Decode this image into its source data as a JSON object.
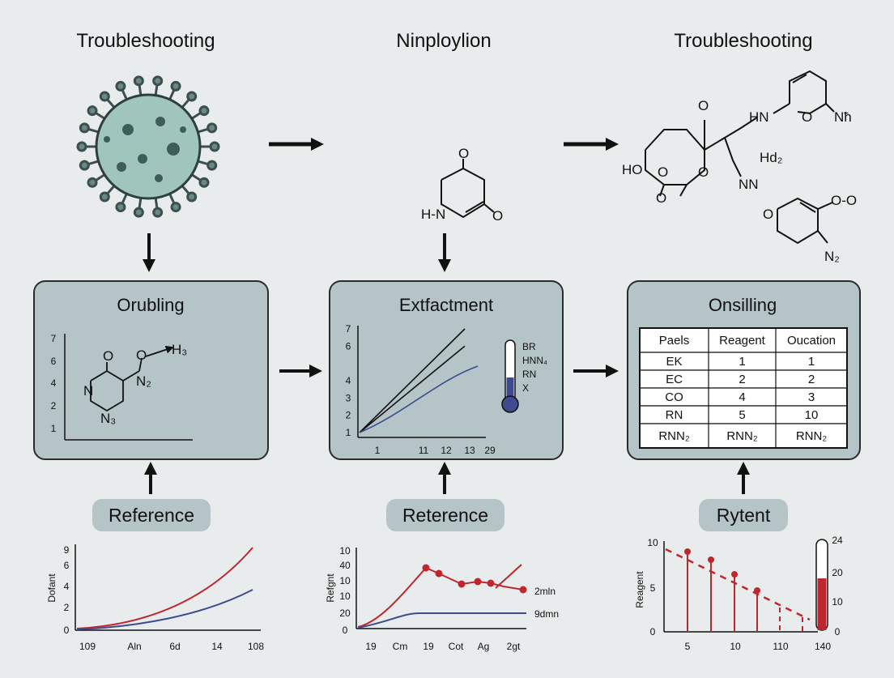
{
  "columns": [
    {
      "title": "Troubleshooting"
    },
    {
      "title": "Ninploylion"
    },
    {
      "title": "Troubleshooting"
    }
  ],
  "boxes": [
    {
      "title": "Orubling"
    },
    {
      "title": "Extfactment"
    },
    {
      "title": "Onsilling"
    }
  ],
  "pills": [
    {
      "label": "Reference"
    },
    {
      "label": "Reterence"
    },
    {
      "label": "Rytent"
    }
  ],
  "top_chem": {
    "dna_ring": {
      "o": "O",
      "hn": "H-N",
      "o2": "O"
    },
    "right": {
      "o_top": "O",
      "hn": "HN",
      "o_ring": "O",
      "nh": "Nħ",
      "ho": "HO",
      "o1": "O",
      "o2": "O",
      "o3": "O",
      "hd2": "Hd₂",
      "nn": "NN",
      "o4": "O",
      "oo": "O-O",
      "n2": "N₂"
    }
  },
  "box1_chart": {
    "y_ticks": [
      "7",
      "6",
      "4",
      "2",
      "1"
    ],
    "chem": {
      "o": "O",
      "n": "N",
      "o_h3": "O",
      "h3": "H₃",
      "n2": "N₂",
      "n3": "N₃"
    }
  },
  "box2_chart": {
    "y_ticks": [
      "7",
      "6",
      "4",
      "3",
      "2",
      "1"
    ],
    "x_ticks": [
      "1",
      "11",
      "12",
      "13",
      "29"
    ],
    "legend": [
      "BR",
      "HNN₄",
      "RN",
      "X"
    ],
    "chart_data": {
      "type": "line",
      "x_ticks": [
        "1",
        "11",
        "12",
        "13",
        "29"
      ],
      "y_ticks": [
        "7",
        "6",
        "4",
        "3",
        "2",
        "1"
      ],
      "series": [
        {
          "points": [
            [
              0,
              1
            ],
            [
              5,
              7
            ]
          ]
        },
        {
          "points": [
            [
              0,
              1
            ],
            [
              5,
              6
            ]
          ]
        },
        {
          "points": [
            [
              0,
              1
            ],
            [
              5,
              4.2
            ]
          ]
        }
      ]
    }
  },
  "table": {
    "headers": [
      "Paels",
      "Reagent",
      "Oucation"
    ],
    "rows": [
      [
        "EK",
        "1",
        "1"
      ],
      [
        "EC",
        "2",
        "2"
      ],
      [
        "CO",
        "4",
        "3"
      ],
      [
        "RN",
        "5",
        "10"
      ],
      [
        "RNN₂",
        "RNN₂",
        "RNN₂"
      ]
    ]
  },
  "chart1": {
    "ylabel": "Dofant",
    "y_ticks": [
      "9",
      "6",
      "4",
      "2",
      "0"
    ],
    "x_ticks": [
      "109",
      "Aln",
      "6d",
      "14",
      "108"
    ]
  },
  "chart2": {
    "ylabel": "Refgnt",
    "y_ticks": [
      "10",
      "40",
      "10",
      "10",
      "20",
      "0"
    ],
    "x_ticks": [
      "19",
      "Cm",
      "19",
      "Cot",
      "Ag",
      "2gt"
    ],
    "labels": [
      "2mln",
      "9dmn"
    ]
  },
  "chart3": {
    "ylabel": "Reagent",
    "y_ticks": [
      "10",
      "5",
      "0"
    ],
    "x_ticks": [
      "5",
      "10",
      "110",
      "140"
    ],
    "thermo_ticks": [
      "24",
      "20",
      "10",
      "0"
    ],
    "colors": {
      "red": "#c0262d",
      "navy": "#3f4b8f"
    }
  }
}
